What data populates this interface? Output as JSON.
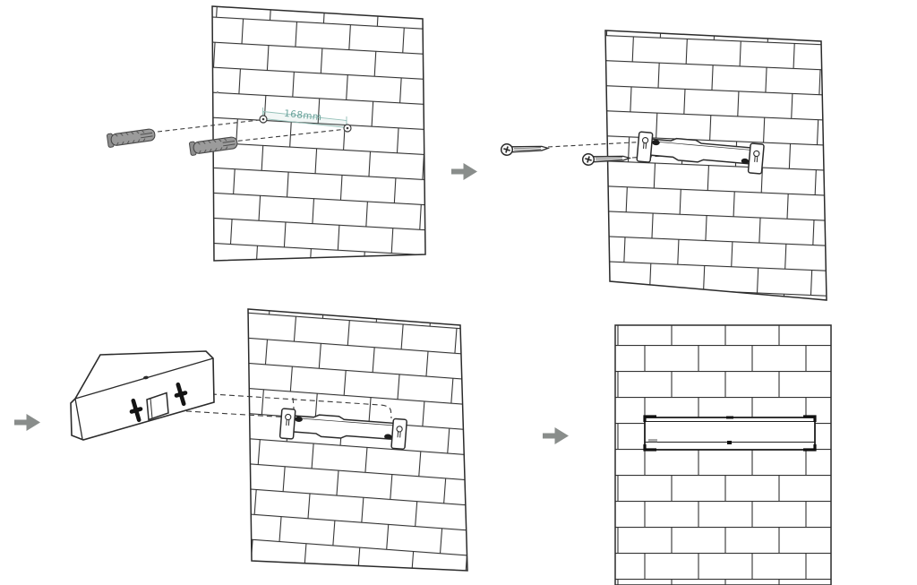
{
  "figure": {
    "dimension_label": "168mm",
    "colors": {
      "line": "#2b2b2b",
      "brick_line": "#333333",
      "dimension_text": "#6ba39c",
      "dimension_line": "#94c0b8",
      "arrow": "#898d8b",
      "anchor_fill": "#9b9b9b",
      "background": "#ffffff"
    },
    "icons": {
      "step_arrow": "right-arrow",
      "anchor": "wall-anchor",
      "screw": "phillips-screw",
      "bracket": "mounting-bracket"
    }
  }
}
